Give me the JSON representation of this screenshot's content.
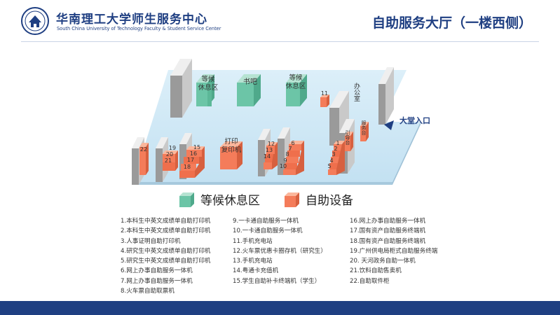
{
  "header": {
    "org_cn": "华南理工大学师生服务中心",
    "org_en": "South China University of Technology Faculty & Student Service Center",
    "hall_title": "自助服务大厅（一楼西侧）"
  },
  "map": {
    "entrance": "大堂入口",
    "office": "办公室",
    "bookbar": "书吧",
    "rest1": "等候休息区",
    "rest2": "等候休息区",
    "print": "打印复印机",
    "machine11": "11",
    "machine22": "22",
    "group19_21": [
      "19",
      "20",
      "21"
    ],
    "group15_18": [
      "15",
      "16",
      "17",
      "18"
    ],
    "group12_14": [
      "12",
      "13",
      "14"
    ],
    "group6_10": [
      "6",
      "7",
      "8",
      "9",
      "10"
    ],
    "group1_5": [
      "1",
      "2",
      "3",
      "4",
      "5"
    ],
    "side_label_a": "引导台",
    "side_label_b": "服务台"
  },
  "legend": {
    "rest": "等候休息区",
    "self": "自助设备",
    "rest_color": "#6cc5a7",
    "self_color": "#f47c5a"
  },
  "lists": {
    "col1": [
      "1.本科生中英文成绩单自助打印机",
      "2.本科生中英文成绩单自助打印机",
      "3.人事证明自助打印机",
      "4.研究生中英文成绩单自助打印机",
      "5.研究生中英文成绩单自助打印机",
      "6.网上办事自助服务一体机",
      "7.网上办事自助服务一体机",
      "8.火车票自助取票机"
    ],
    "col2": [
      "9.一卡通自助服务一体机",
      "10.一卡通自助服务一体机",
      "11.手机充电站",
      "12.火车票优惠卡圈存机（研究生）",
      "13.手机充电站",
      "14.粤通卡充值机",
      "15.学生自助补卡终端机（学生）"
    ],
    "col3": [
      "16.网上办事自助服务一体机",
      "17.国有资产自助服务终端机",
      "18.国有资产自助服务终端机",
      "19.广州供电局柜式自助服务终端",
      "20. 天河政务自助一体机",
      "21.饮料自助售卖机",
      "22.自助取件柜"
    ]
  }
}
